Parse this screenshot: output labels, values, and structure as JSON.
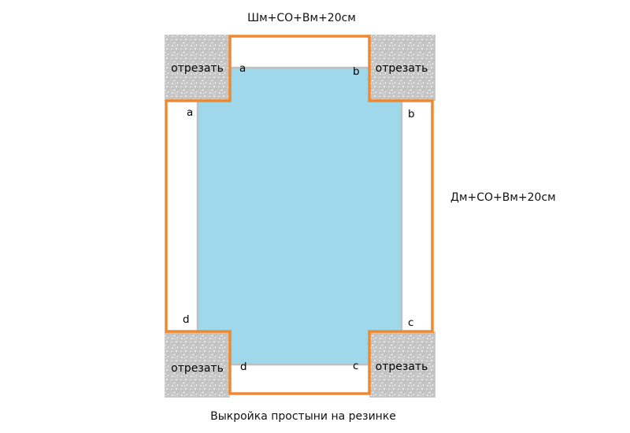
{
  "labels": {
    "top_dimension": "Шм+СО+Вм+20см",
    "side_dimension": "Дм+СО+Вм+20см",
    "caption": "Выкройка простыни на резинке"
  },
  "corners": {
    "cut_label": "отрезать"
  },
  "points": {
    "a": "a",
    "b": "b",
    "c": "c",
    "d": "d"
  },
  "colors": {
    "outline": "#f0882f",
    "mattress": "#9ed8ea",
    "mattress_edge": "#c0c0c0",
    "cut_fill": "#c4c4c4",
    "text": "#000000"
  }
}
